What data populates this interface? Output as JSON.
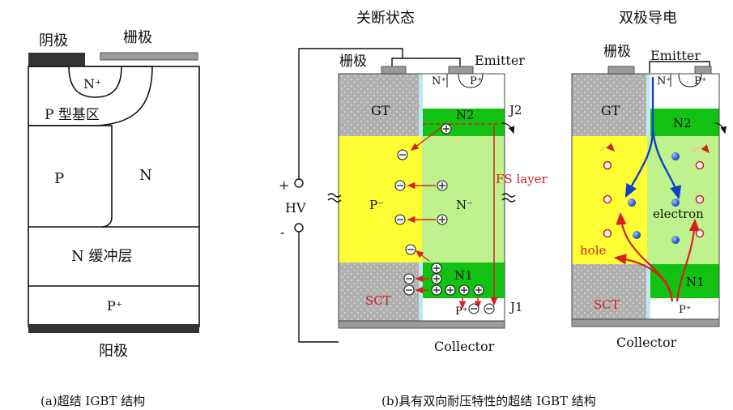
{
  "panel_a": {
    "cathode": "阴极",
    "gate": "栅极",
    "n_plus": "N⁺",
    "p_base": "P 型基区",
    "p_pillar": "P",
    "n_pillar": "N",
    "n_buffer": "N 缓冲层",
    "p_plus": "P⁺",
    "anode": "阳极",
    "caption": "(a)超结 IGBT 结构"
  },
  "panel_b": {
    "title": "关断状态",
    "gate": "栅极",
    "emitter": "Emitter",
    "n_plus": "N⁺",
    "p_plus_top": "P⁺",
    "gt": "GT",
    "n2": "N2",
    "j2": "J2",
    "fs_layer": "FS layer",
    "p_minus": "P⁻",
    "n_minus": "N⁻",
    "hv": "HV",
    "plus": "+",
    "minus": "-",
    "n1": "N1",
    "sct": "SCT",
    "p_plus_bottom": "P⁺",
    "j1": "J1",
    "collector": "Collector",
    "caption": "(b)具有双向耐压特性的超结 IGBT 结构"
  },
  "panel_c": {
    "title": "双极导电",
    "gate": "栅极",
    "emitter": "Emitter",
    "n_plus": "N⁺",
    "p_plus_top": "P⁺",
    "gt": "GT",
    "n2": "N2",
    "electron": "electron",
    "hole": "hole",
    "n1": "N1",
    "sct": "SCT",
    "p_plus_bottom": "P⁺",
    "collector": "Collector"
  },
  "colors": {
    "yellow": "#ffff33",
    "light_green": "#bff28c",
    "green": "#12c212",
    "gray_dots": "#b0b0b0",
    "cyan": "#bfe8ef",
    "arrow_red": "#d82020",
    "electron_blue": "#1040c8",
    "metal_dark": "#333333",
    "metal_gray": "#9a9a9a"
  }
}
